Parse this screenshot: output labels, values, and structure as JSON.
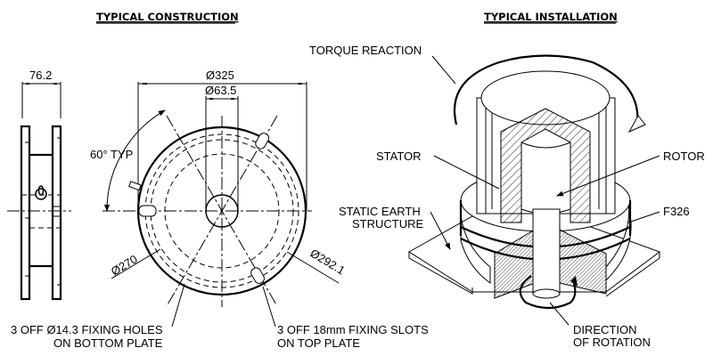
{
  "titles": {
    "construction": "TYPICAL CONSTRUCTION",
    "installation": "TYPICAL INSTALLATION"
  },
  "dimensions": {
    "width": "76.2",
    "outer_diameter": "Ø325",
    "bore_diameter": "Ø63.5",
    "angle": "60° TYP",
    "pcd_inner": "Ø270",
    "pcd_outer": "Ø292.1"
  },
  "notes": {
    "holes_line1": "3 OFF Ø14.3 FIXING HOLES",
    "holes_line2": "ON BOTTOM PLATE",
    "slots_line1": "3 OFF 18mm FIXING SLOTS",
    "slots_line2": "ON TOP PLATE"
  },
  "installation_labels": {
    "torque": "TORQUE REACTION",
    "stator": "STATOR",
    "rotor": "ROTOR",
    "earth_line1": "STATIC EARTH",
    "earth_line2": "STRUCTURE",
    "model": "F326",
    "direction_line1": "DIRECTION",
    "direction_line2": "OF ROTATION"
  }
}
